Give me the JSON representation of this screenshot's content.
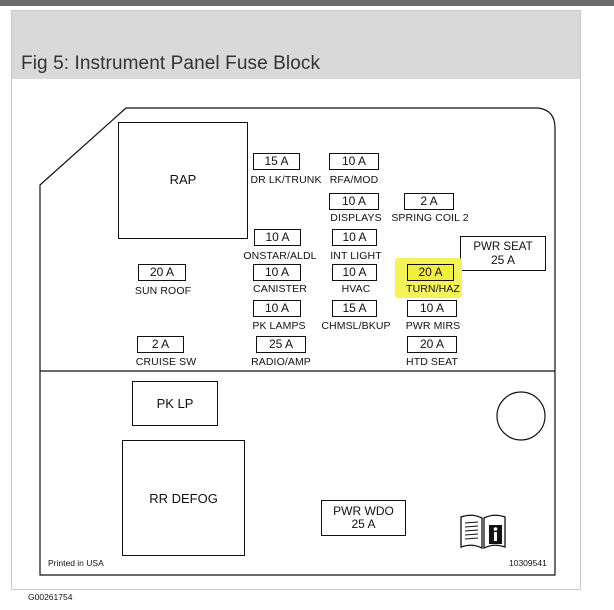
{
  "caption": "Fig 5: Instrument Panel Fuse Block",
  "blocks": {
    "rap": "RAP",
    "pk_lp": "PK LP",
    "rr_defog": "RR DEFOG",
    "pwr_seat_label": "PWR SEAT",
    "pwr_seat_amp": "25 A",
    "pwr_wdo_label": "PWR WDO",
    "pwr_wdo_amp": "25 A"
  },
  "fuses": {
    "dr_lk_trunk": {
      "amp": "15 A",
      "label": "DR LK/TRUNK"
    },
    "rfa_mod": {
      "amp": "10 A",
      "label": "RFA/MOD"
    },
    "displays": {
      "amp": "10 A",
      "label": "DISPLAYS"
    },
    "spring_coil": {
      "amp": "2 A",
      "label": "SPRING COIL 2"
    },
    "onstar_aldl": {
      "amp": "10 A",
      "label": "ONSTAR/ALDL"
    },
    "int_light": {
      "amp": "10 A",
      "label": "INT LIGHT"
    },
    "sun_roof": {
      "amp": "20 A",
      "label": "SUN ROOF"
    },
    "canister": {
      "amp": "10 A",
      "label": "CANISTER"
    },
    "hvac": {
      "amp": "10 A",
      "label": "HVAC"
    },
    "turn_haz": {
      "amp": "20 A",
      "label": "TURN/HAZ"
    },
    "pk_lamps": {
      "amp": "10 A",
      "label": "PK LAMPS"
    },
    "chmsl_bkup": {
      "amp": "15 A",
      "label": "CHMSL/BKUP"
    },
    "pwr_mirs": {
      "amp": "10 A",
      "label": "PWR MIRS"
    },
    "cruise_sw": {
      "amp": "2 A",
      "label": "CRUISE SW"
    },
    "radio_amp": {
      "amp": "25 A",
      "label": "RADIO/AMP"
    },
    "htd_seat": {
      "amp": "20 A",
      "label": "HTD SEAT"
    }
  },
  "footer": {
    "printed": "Printed in USA",
    "part_no": "10309541",
    "figure_id": "G00261754"
  },
  "colors": {
    "highlight": "#f2ef3a"
  }
}
